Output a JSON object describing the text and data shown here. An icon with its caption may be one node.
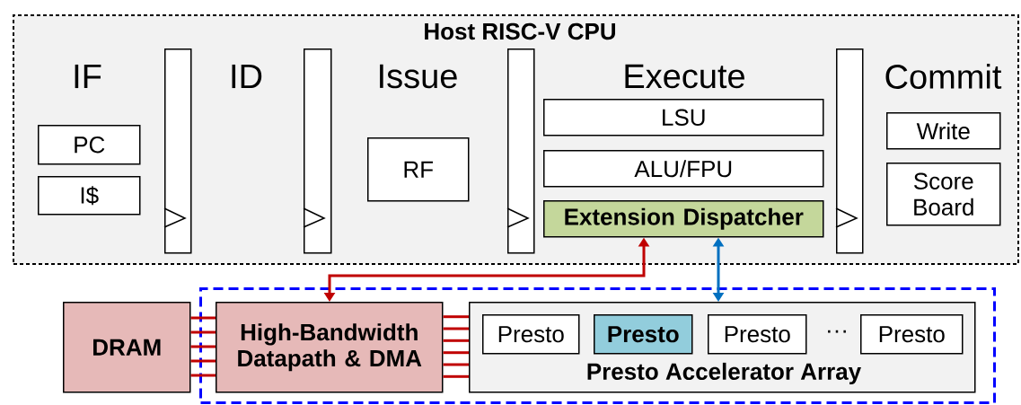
{
  "diagram": {
    "nodes": [
      {
        "text": [
          "Host RISC-V CPU"
        ]
      },
      {
        "text": [
          "PC"
        ],
        "in": 0
      },
      {
        "text": [
          "I$"
        ],
        "in": 0
      },
      {
        "text": [],
        "shape": "bar",
        "in": 0
      },
      {
        "text": [],
        "shape": "bar",
        "in": 0
      },
      {
        "text": [
          "RF"
        ],
        "in": 0
      },
      {
        "text": [],
        "shape": "bar",
        "in": 0
      },
      {
        "text": [
          "LSU"
        ],
        "in": 0
      },
      {
        "text": [
          "ALU/FPU"
        ],
        "in": 0
      },
      {
        "text": [
          "Extension Dispatcher"
        ],
        "in": 0
      },
      {
        "text": [],
        "shape": "bar",
        "in": 0
      },
      {
        "text": [
          "Write"
        ],
        "in": 0
      },
      {
        "text": [
          "Score Board"
        ],
        "in": 0
      },
      {
        "text": [],
        "shape": "box"
      },
      {
        "text": [
          "DRAM"
        ]
      },
      {
        "text": [
          "High-Bandwidth Datapath & DMA"
        ],
        "in": 13
      },
      {
        "text": [
          "Presto Accelerator Array"
        ],
        "in": 13
      },
      {
        "text": [
          "Presto"
        ],
        "in": 16
      },
      {
        "text": [
          "Presto"
        ],
        "in": 16
      },
      {
        "text": [
          "Presto"
        ],
        "in": 16
      },
      {
        "text": [
          "Presto"
        ],
        "in": 16
      }
    ],
    "edges": [
      {
        "from": 14,
        "to": 15,
        "arrow": "none"
      },
      {
        "from": 14,
        "to": 15,
        "arrow": "none"
      },
      {
        "from": 14,
        "to": 15,
        "arrow": "none"
      },
      {
        "from": 14,
        "to": 15,
        "arrow": "none"
      },
      {
        "from": 14,
        "to": 15,
        "arrow": "none"
      },
      {
        "from": 15,
        "to": 16,
        "arrow": "none"
      },
      {
        "from": 15,
        "to": 16,
        "arrow": "none"
      },
      {
        "from": 15,
        "to": 16,
        "arrow": "none"
      },
      {
        "from": 15,
        "to": 16,
        "arrow": "none"
      },
      {
        "from": 15,
        "to": 16,
        "arrow": "none"
      },
      {
        "from": 15,
        "to": 16,
        "arrow": "none"
      },
      {
        "from": 9,
        "to": 15,
        "arrow": "both"
      },
      {
        "from": 9,
        "to": 16,
        "arrow": "both",
        "color": "#0070c0"
      }
    ],
    "labels": [
      "IF",
      "ID",
      "Issue",
      "Execute",
      "Commit",
      "···"
    ]
  }
}
